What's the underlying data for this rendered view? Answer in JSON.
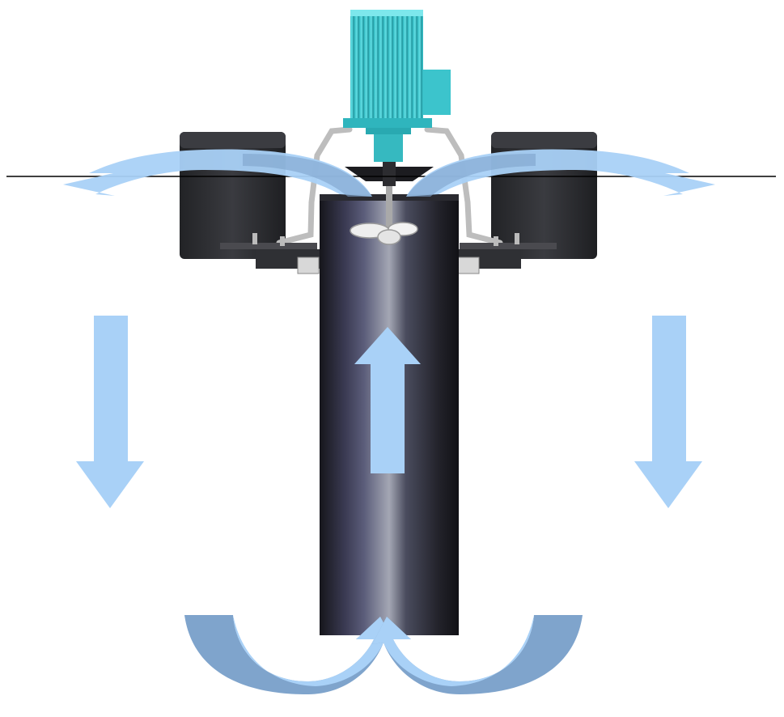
{
  "diagram": {
    "kind": "submersible mixer / circulator flow illustration",
    "colors": {
      "background": "#ffffff",
      "flow_arrow": "#a9d1f7",
      "flow_arrow_dark": "#7fa4cc",
      "motor": "#3ec8cf",
      "motor_dark": "#2a9ea6",
      "tube_dark": "#1f1f24",
      "tube_highlight": "#8a8f9c",
      "float_tank": "#2e2f33",
      "frame_metal": "#c8c8c8",
      "waterline": "#000000"
    },
    "components": [
      "motor-icon",
      "impeller-icon",
      "draft-tube",
      "float-tank-left",
      "float-tank-right",
      "support-frame",
      "water-surface-line"
    ],
    "flows": [
      "surface-outflow-left",
      "surface-outflow-right",
      "downflow-left",
      "downflow-right",
      "upflow-center",
      "bottom-inflow-left",
      "bottom-inflow-right"
    ]
  }
}
